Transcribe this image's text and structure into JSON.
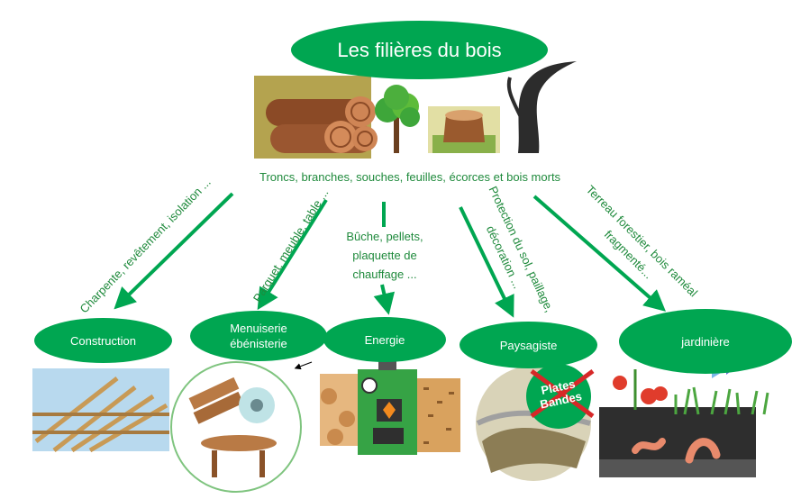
{
  "title": "Les filières du bois",
  "sources_caption": "Troncs, branches, souches, feuilles, écorces et bois morts",
  "categories": {
    "construction": "Construction",
    "menuiserie": "Menuiserie ébénisterie",
    "energie": "Energie",
    "paysagiste": "Paysagiste",
    "jardiniere": "jardinière"
  },
  "arrow_labels": {
    "construction": "Charpente, revêtement, isolation ...",
    "menuiserie": "Parquet, meuble, table ...",
    "energie_line1": "Bûche, pellets,",
    "energie_line2": "plaquette de",
    "energie_line3": "chauffage ...",
    "paysagiste_line1": "Protection du sol, paillage,",
    "paysagiste_line2": "décoration ...",
    "jardiniere_line1": "Terreau forestier, bois raméal",
    "jardiniere_line2": "fragmenté..."
  },
  "sign_text": "Plates Bandes",
  "colors": {
    "green": "#00a651",
    "label_green": "#1f8a3c"
  }
}
